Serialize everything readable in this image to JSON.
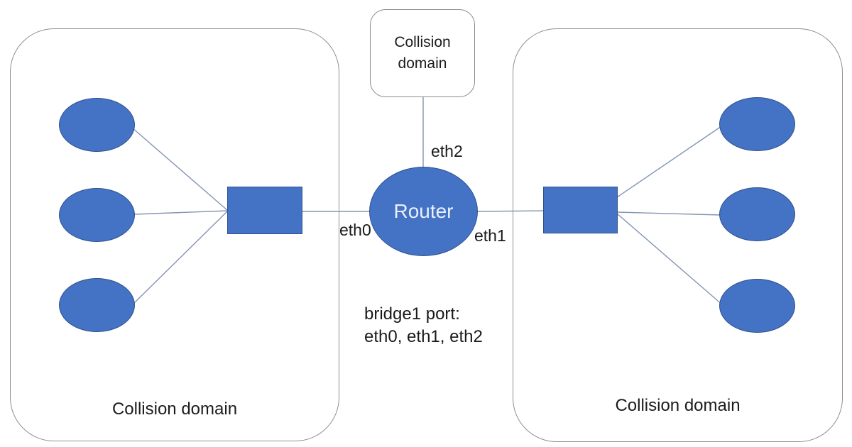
{
  "diagram": {
    "type": "network-topology",
    "router": {
      "label": "Router"
    },
    "top_collision_domain": {
      "label": "Collision domain"
    },
    "left_collision_domain": {
      "label": "Collision domain",
      "host_count": 3
    },
    "right_collision_domain": {
      "label": "Collision domain",
      "host_count": 3
    },
    "interface_labels": {
      "eth0": "eth0",
      "eth1": "eth1",
      "eth2": "eth2"
    },
    "bridge_note": {
      "line1": "bridge1 port:",
      "line2": "eth0, eth1, eth2"
    },
    "connections": [
      "left host 1 - left switch",
      "left host 2 - left switch",
      "left host 3 - left switch",
      "left switch - router via eth0",
      "router - top collision domain via eth2",
      "router - right switch via eth1",
      "right switch - right host 1",
      "right switch - right host 2",
      "right switch - right host 3"
    ],
    "colors": {
      "node_fill": "#4472c4",
      "node_outline": "#2f528f",
      "connector_line": "#8495af",
      "container_outline": "#8f8f8f",
      "label_text": "#1c1c1c",
      "router_label_text": "#e9f1fb",
      "background": "#ffffff"
    }
  }
}
